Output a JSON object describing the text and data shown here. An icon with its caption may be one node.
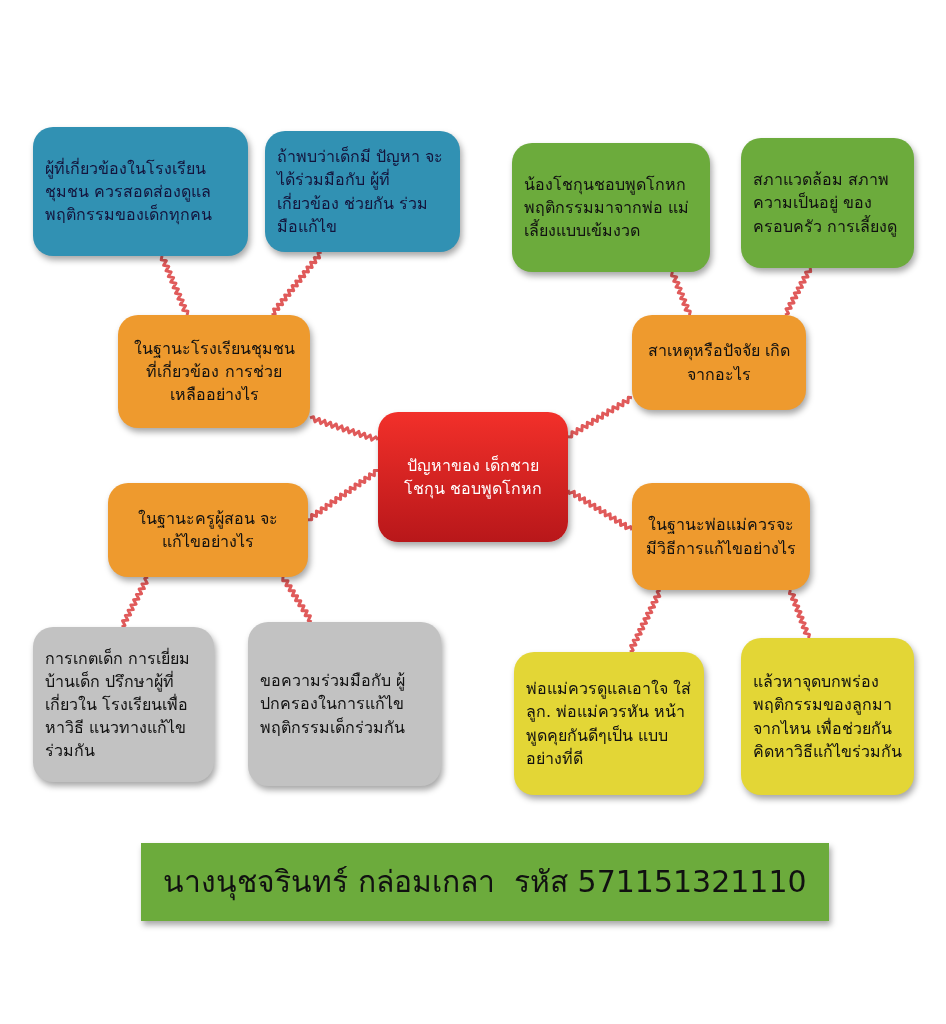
{
  "diagram": {
    "nodes": [
      {
        "text": [
          "ปัญหาของ เด็กชายโชกุน ชอบพูดโกหก"
        ]
      },
      {
        "text": [
          "ในฐานะโรงเรียนชุมชน ที่เกี่ยวข้อง การช่วย เหลืออย่างไร"
        ]
      },
      {
        "text": [
          "สาเหตุหรือปัจจัย เกิดจากอะไร"
        ]
      },
      {
        "text": [
          "ในฐานะครูผู้สอน จะแก้ไขอย่างไร"
        ]
      },
      {
        "text": [
          "ในฐานะพ่อแม่ควรจะ มีวิธีการแก้ไขอย่างไร"
        ]
      },
      {
        "text": [
          "ผู้ที่เกี่ยวข้องในโรงเรียน ชุมชน ควรสอดส่องดูแล พฤติกรรมของเด็กทุกคน"
        ]
      },
      {
        "text": [
          "ถ้าพบว่าเด็กมี ปัญหา จะได้ร่วมมือกับ ผู้ที่เกี่ยวข้อง ช่วยกัน ร่วมมือแก้ไข"
        ]
      },
      {
        "text": [
          "น้องโชกุนชอบพูดโกหก พฤติกรรมมาจากพ่อ แม่เลี้ยงแบบเข้มงวด"
        ]
      },
      {
        "text": [
          "สภาแวดล้อม สภาพความเป็นอยู่ ของครอบครัว การเลี้ยงดู"
        ]
      },
      {
        "text": [
          "การเกตเด็ก การเยี่ยมบ้านเด็ก ปรึกษาผู้ที่เกี่ยวใน โรงเรียนเพื่อหาวิธี แนวทางแก้ไขร่วมกัน"
        ]
      },
      {
        "text": [
          "ขอความร่วมมือกับ ผู้ปกครองในการแก้ไข พฤติกรรมเด็กร่วมกัน"
        ]
      },
      {
        "text": [
          "พ่อแม่ควรดูแลเอาใจ ใส่ลูก. พ่อแม่ควรหัน หน้าพูดคุยกันดีๆเป็น แบบอย่างที่ดี"
        ]
      },
      {
        "text": [
          "แล้วหาจุดบกพร่อง พฤติกรรมของลูกมา จากไหน เพื่อช่วยกัน คิดหาวิธีแก้ไขร่วมกัน"
        ]
      },
      {
        "text": [
          "นางนุชจรินทร์ กล่อมเกลา  รหัส 571151321110"
        ]
      }
    ],
    "edges": [
      {
        "from": 0,
        "to": 1,
        "arrow": "none"
      },
      {
        "from": 0,
        "to": 2,
        "arrow": "none"
      },
      {
        "from": 0,
        "to": 3,
        "arrow": "none"
      },
      {
        "from": 0,
        "to": 4,
        "arrow": "none"
      },
      {
        "from": 1,
        "to": 5,
        "arrow": "none"
      },
      {
        "from": 1,
        "to": 6,
        "arrow": "none"
      },
      {
        "from": 2,
        "to": 7,
        "arrow": "none"
      },
      {
        "from": 2,
        "to": 8,
        "arrow": "none"
      },
      {
        "from": 3,
        "to": 9,
        "arrow": "none"
      },
      {
        "from": 3,
        "to": 10,
        "arrow": "none"
      },
      {
        "from": 4,
        "to": 11,
        "arrow": "none"
      },
      {
        "from": 4,
        "to": 12,
        "arrow": "none"
      }
    ]
  }
}
